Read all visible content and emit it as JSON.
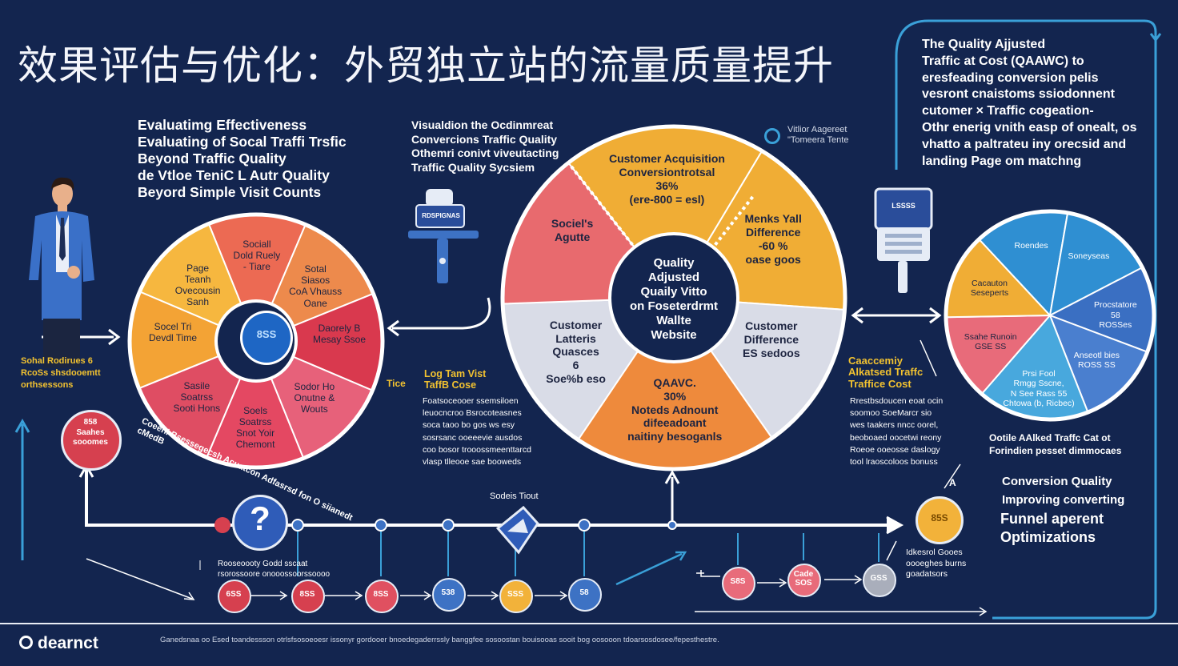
{
  "title": "效果评估与优化：外贸独立站的流量质量提升",
  "top_right": "The Quality Ajjusted\nTraffic at Cost (QAAWC) to\neresfeading conversion pelis\nvesront cnaistoms ssiodonnent\ncutomer × Traffic cogeation-\nOthr enerig vnith easp of onealt, os\nvhatto a paltrateu iny orecsid and\nlanding Page om matchng",
  "left_heading": "Evaluatimg Effectiveness\nEvaluating of Socal Traffi Trsfic\nBeyond Traffic Quality\nde Vtloe TeniC L Autr Quality\nBeyord Simple Visit Counts",
  "left_note": "Sohal Rodirues 6\nRcoSs shsdooemtt\northsessons",
  "center_caption": "Visualdion the Ocdinmreat\nConvercions Traffic Quality\nOthemri conivt viveutacting\nTraffic Quality Sycsiem",
  "legend_label": "Vitlior Aagereet\n\"Tomeera Tente",
  "server_label": "RDSPIGNAS",
  "left_pie": {
    "center_text": "8SS",
    "segments": [
      {
        "label": "Sociall\nDold Ruely\n- Tiare",
        "color": "#ec6a53"
      },
      {
        "label": "Sotal\nSiasos\nCoA Vhauss\nOane",
        "color": "#ed8a4c"
      },
      {
        "label": "Daorely B\nMesay Ssoe",
        "color": "#d9394e"
      },
      {
        "label": "Sodor Ho\nOnutne &\nWouts",
        "color": "#e7617a"
      },
      {
        "label": "Soels\nSoatrss\nSnot Yoir\nChemont",
        "color": "#e44862"
      },
      {
        "label": "Sasile\nSoatrss\nSooti Hons",
        "color": "#df4d63"
      },
      {
        "label": "Socel Tri\nDevdl Time",
        "color": "#f3a335"
      },
      {
        "label": "Page\nTeanh\nOvecousin\nSanh",
        "color": "#f6b73f"
      }
    ]
  },
  "left_pie_arc": "Coeenl Bsessegecsh Acuatcon Adfasrsd fon O siianedt\ncMedB",
  "left_pie_side": "Tice",
  "center_pie": {
    "center_text": "Quality\nAdjusted\nQuaily Vitto\non Foseterdrmt\nWallte\nWebsite",
    "segments": [
      {
        "label": "Customer Acquisition\nConversiontrotsal",
        "value": "36%",
        "sub": "(ere-800 = esl)",
        "color": "#f0ad35"
      },
      {
        "label": "Menks Yall\nDifference",
        "value": "-60 %",
        "sub": "oase goos",
        "color": "#f0ad35"
      },
      {
        "label": "Customer\nDifference",
        "value": "",
        "sub": "ES sedoos",
        "color": "#d9dce7"
      },
      {
        "label": "QAAVC.",
        "value": "30%",
        "sub": "Noteds Adnount\ndifeeadoant\nnaitiny besoganls",
        "color": "#ee8a3c"
      },
      {
        "label": "Customer\nLatteris\nQuasces",
        "value": "",
        "sub": "6\nSoe%b eso",
        "color": "#d9dce7"
      },
      {
        "label": "Sociel's\nAgutte",
        "value": "",
        "sub": "",
        "color": "#e86a6e"
      }
    ]
  },
  "mid_left_block": {
    "heading": "Log Tam Vist\nTaffB Cose",
    "body": "Foatsoceooer ssemsiloen\nleuocncroo Bsrocoteasnes\nsoca taoo bo gos ws esy\nsosrsanc ooeeevie ausdos\ncoo bosor trooossmeenttarcd\nvlasp tlleooe sae booweds"
  },
  "mid_right_block": {
    "heading": "Caaccemiy\nAlkatsed Traffc\nTraffice Cost",
    "body": "Rrestbsdoucen eoat ocin\nsoomoo SoeMarcr sio\nwes taakers nncc oorel,\nbeoboaed oocetwi reony\nRoeoe ooeosse daslogy\ntool lraoscoloos bonuss"
  },
  "right_pie": {
    "segments": [
      {
        "label": "Roendes",
        "color": "#2f8fd2"
      },
      {
        "label": "Soneyseas",
        "color": "#2f8fd2"
      },
      {
        "label": "Procstatore\n58\nROSSes",
        "color": "#3a6fc2"
      },
      {
        "label": "Anseotl bies\nROSS SS",
        "color": "#4a7fcf"
      },
      {
        "label": "Prsi Fool\nRmgg Sscne,\nN See Rass 55\nChtowa (b, Ricbec)",
        "color": "#48a8dd"
      },
      {
        "label": "Ssahe Runoin\nGSE SS",
        "color": "#e86b7a"
      },
      {
        "label": "Cacauton\nSeseperts",
        "color": "#f0ad35"
      }
    ]
  },
  "right_caption": "Ootile AAlked Traffc Cat ot\nForindien pesset dimmocaes",
  "right_bottom": {
    "letter": "A",
    "lines": [
      "Conversion Quality",
      "Improving converting",
      "Funnel aperent",
      "Optimizations"
    ]
  },
  "right_bottom_note": "Idkesrol Gooes\noooeghes burns\ngoadatsors",
  "bottom_left_badge": "858\nSaahes\nsooomes",
  "question_mark": "?",
  "flag_label": "Sodeis Tiout",
  "bottom_left_note": "Rooseoooty Godd sscaat\nrsorossoore onooossoorssoooo",
  "bottom_circles": [
    {
      "label": "6SS",
      "color": "#d6404f"
    },
    {
      "label": "8SS",
      "color": "#d6404f"
    },
    {
      "label": "8SS",
      "color": "#e05060"
    },
    {
      "label": "538",
      "color": "#3d72c4"
    },
    {
      "label": "SSS",
      "color": "#f2b23a"
    },
    {
      "label": "58",
      "color": "#3d72c4"
    },
    {
      "label": "S8S",
      "color": "#e86b7a"
    },
    {
      "label": "Cade\nSOS",
      "color": "#e86b7a"
    },
    {
      "label": "GSS",
      "color": "#a9aebb"
    }
  ],
  "coin_label": "85S",
  "logo": "dearnct",
  "footer": "Ganedsnaa oo Esed toandessson otrlsfsosoeoesr issonyr gordooer bnoedegaderrssly banggfee sosoostan bouisooas sooit bog oosooon tdoarsosdosee/fepesthestre."
}
